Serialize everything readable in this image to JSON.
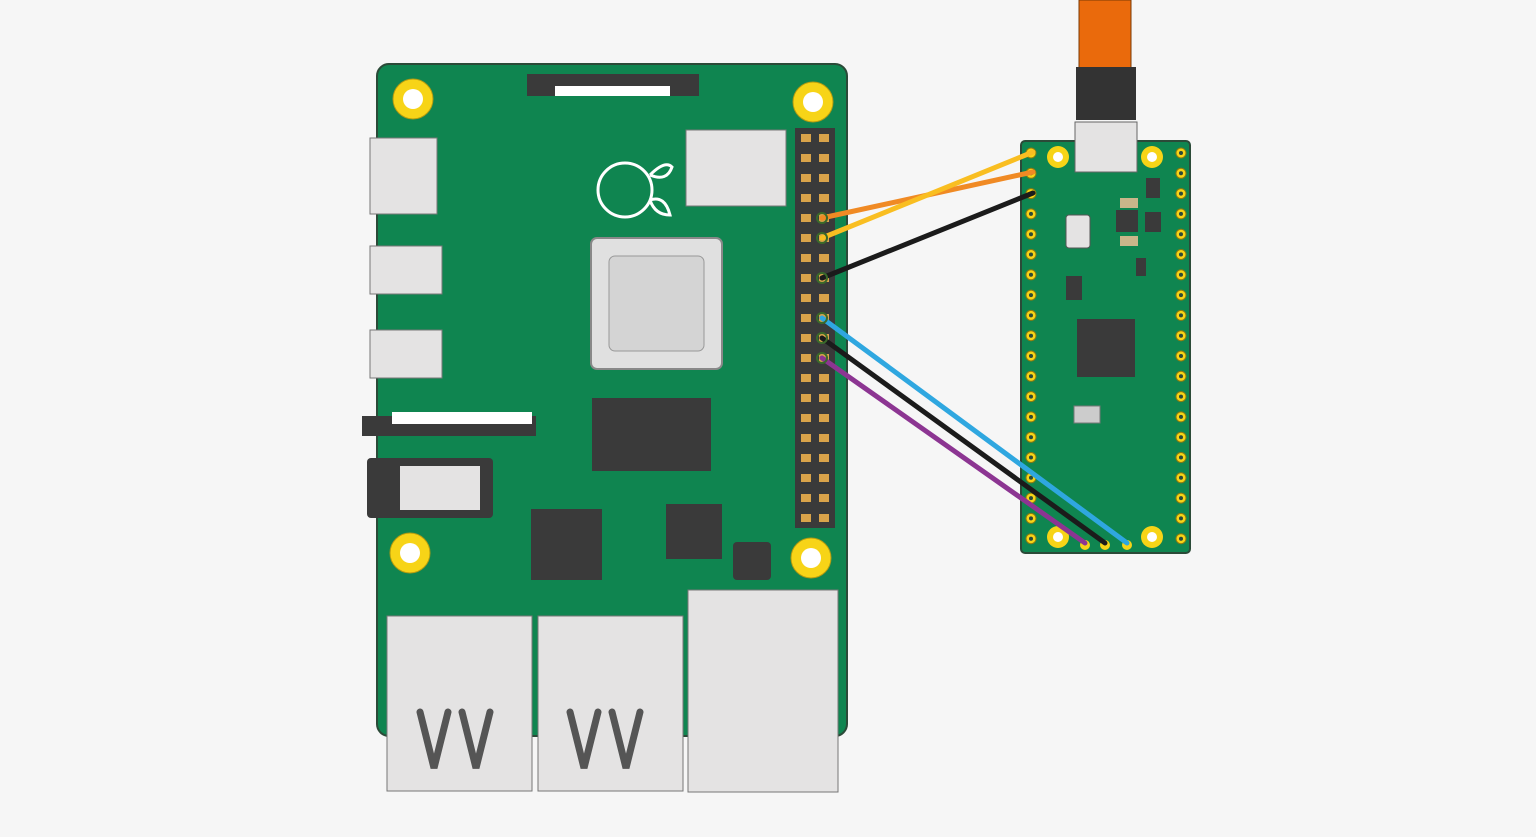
{
  "colors": {
    "background": "#f6f6f6",
    "board_green": "#0f8550",
    "board_outline": "#2b4a38",
    "mount_hole": "#f7d417",
    "chip": "#3a3a3a",
    "metal": "#e4e3e3",
    "usb_cable": "#ea6a0c"
  },
  "wires": [
    {
      "color": "#f08a24",
      "from_header_row": 4,
      "to": "pico-left-pin-2"
    },
    {
      "color": "#f9be21",
      "from_header_row": 5,
      "to": "pico-left-pin-1"
    },
    {
      "color": "#1b1b1b",
      "from_header_row": 7,
      "to": "pico-left-pin-3"
    },
    {
      "color": "#2fa7e0",
      "from_header_row": 9,
      "to": "pico-bottom-pin-3"
    },
    {
      "color": "#1b1b1b",
      "from_header_row": 10,
      "to": "pico-bottom-pin-2"
    },
    {
      "color": "#8c3592",
      "from_header_row": 11,
      "to": "pico-bottom-pin-1"
    }
  ]
}
